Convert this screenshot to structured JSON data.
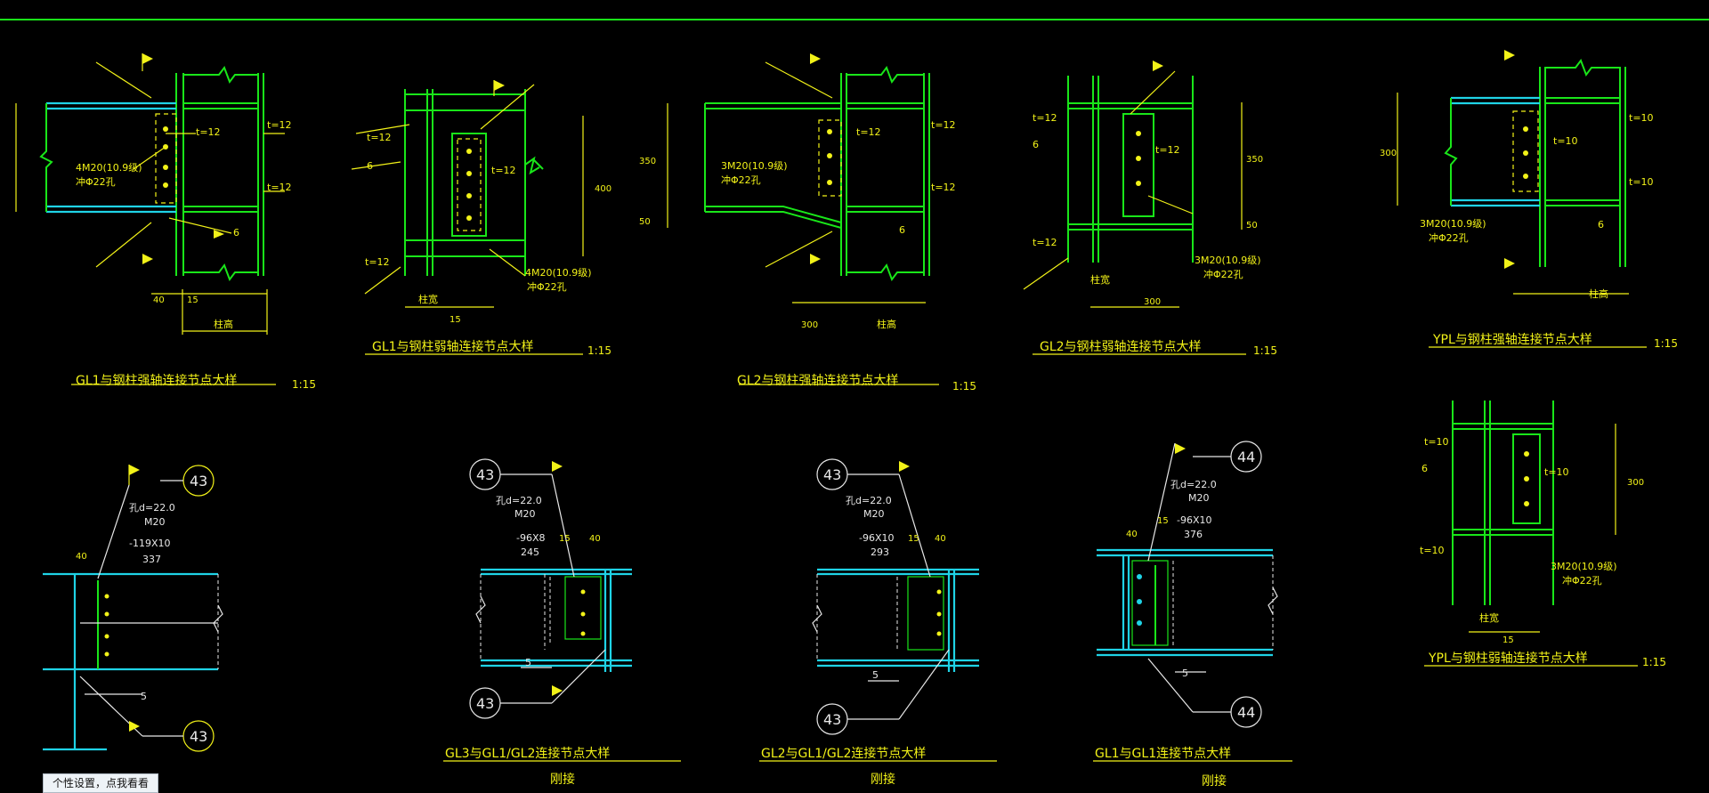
{
  "details": [
    {
      "title": "GL1与钢柱强轴连接节点大样",
      "scale": "1:15"
    },
    {
      "title": "GL1与钢柱弱轴连接节点大样",
      "scale": "1:15"
    },
    {
      "title": "GL2与钢柱强轴连接节点大样",
      "scale": "1:15"
    },
    {
      "title": "GL2与钢柱弱轴连接节点大样",
      "scale": "1:15"
    },
    {
      "title": "YPL与钢柱强轴连接节点大样",
      "scale": "1:15"
    },
    {
      "title": "YPL与钢柱弱轴连接节点大样",
      "scale": "1:15"
    },
    {
      "title": "GL3与GL1/GL2连接节点大样",
      "subtitle": "刚接"
    },
    {
      "title": "GL2与GL1/GL2连接节点大样",
      "subtitle": "刚接"
    },
    {
      "title": "GL1与GL1连接节点大样",
      "subtitle": "刚接"
    }
  ],
  "labels": {
    "t12": "t=12",
    "t10": "t=10",
    "weld6": "6",
    "weld5": "5",
    "bolt_4m20": "4M20(10.9级)",
    "bolt_3m20": "3M20(10.9级)",
    "hole22": "冲Φ22孔",
    "col_height": "柱高",
    "col_width": "柱宽",
    "d15": "15",
    "d40": "40",
    "d300": "300",
    "d350": "350",
    "d400": "400",
    "d50": "50",
    "bolt_hole": "孔d=22.0",
    "m20": "M20",
    "plate_119": "-119X10",
    "plate_119_len": "337",
    "plate_96x8": "-96X8",
    "plate_96x8_len": "245",
    "plate_96x10": "-96X10",
    "plate_96x10_len": "293",
    "plate_96x10b_len": "376",
    "ref43": "43",
    "ref44": "44"
  },
  "tooltip": {
    "text": "个性设置，点我看看"
  },
  "colors": {
    "background": "#000000",
    "steel": "#19e619",
    "text": "#f2f218",
    "beam": "#1fd3e6",
    "note": "#e8e8e8",
    "border": "#19e619"
  }
}
